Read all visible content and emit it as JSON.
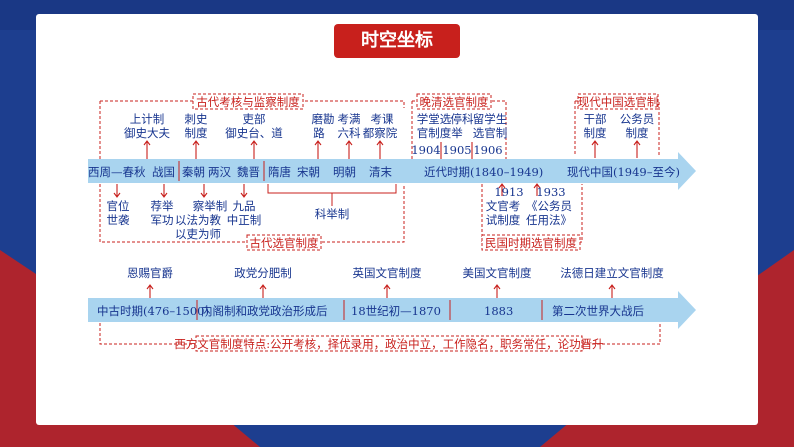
{
  "title": "时空坐标",
  "timeline1": {
    "eras": [
      "西周—春秋",
      "战国",
      "秦朝",
      "两汉",
      "魏晋",
      "隋唐",
      "宋朝",
      "明朝",
      "清末",
      "近代时期(1840–1949)",
      "现代中国(1949–至今)"
    ],
    "group_labels": {
      "ancient_supervision": "古代考核与监察制度",
      "late_qing": "晚清选官制度",
      "modern_china": "现代中国选官制",
      "ancient_selection": "古代选官制度",
      "republic": "民国时期选官制度",
      "keju": "科举制"
    },
    "above": [
      {
        "lines": [
          "上计制",
          "御史大夫"
        ]
      },
      {
        "lines": [
          "刺史",
          "制度"
        ]
      },
      {
        "lines": [
          "吏部",
          "御史台、道"
        ]
      },
      {
        "lines": [
          "磨勘",
          "路"
        ]
      },
      {
        "lines": [
          "考满",
          "六科"
        ]
      },
      {
        "lines": [
          "考课",
          "都察院"
        ]
      },
      {
        "lines": [
          "学堂选",
          "官制度"
        ]
      },
      {
        "lines": [
          "停科",
          "举"
        ]
      },
      {
        "lines": [
          "留学生",
          "选官制"
        ]
      },
      {
        "lines": [
          "干部",
          "制度"
        ]
      },
      {
        "lines": [
          "公务员",
          "制度"
        ]
      }
    ],
    "years_qing": [
      "1904",
      "1905",
      "1906"
    ],
    "below": [
      {
        "lines": [
          "官位",
          "世袭"
        ]
      },
      {
        "lines": [
          "荐举",
          "军功"
        ]
      },
      {
        "lines": [
          "察举制",
          "以法为教",
          "以吏为师"
        ]
      },
      {
        "lines": [
          "九品",
          "中正制"
        ]
      },
      {
        "lines": [
          "1913",
          "文官考",
          "试制度"
        ]
      },
      {
        "lines": [
          "1933",
          "《公务员",
          "任用法》"
        ]
      }
    ]
  },
  "timeline2": {
    "eras": [
      "中古时期(476–1500)",
      "内阁制和政党政治形成后",
      "18世纪初—1870",
      "1883",
      "第二次世界大战后"
    ],
    "above": [
      "恩赐官爵",
      "政党分肥制",
      "英国文官制度",
      "美国文官制度",
      "法德日建立文官制度"
    ],
    "summary": "西方文官制度特点:公开考核，择优录用，政治中立，工作隐名，职务常任，论功晋升"
  },
  "colors": {
    "accent": "#c8201c",
    "text": "#17358f",
    "arrow": "#a9d4ef",
    "background": "#1d3e8f"
  }
}
